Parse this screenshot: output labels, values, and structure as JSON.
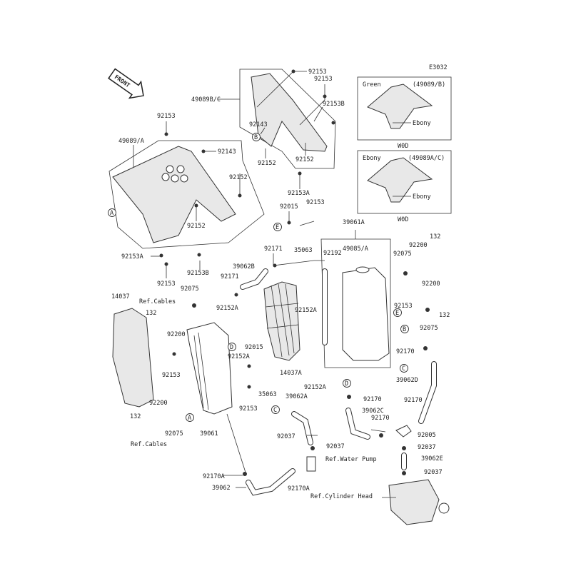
{
  "diagram_code": "E3032",
  "front_label": "FRONT",
  "variants": [
    {
      "code": "(49089/B)",
      "upper_color": "Green",
      "lower_color": "Ebony",
      "model": "W0D"
    },
    {
      "code": "(49089A/C)",
      "upper_color": "Ebony",
      "lower_color": "Ebony",
      "model": "W0D"
    }
  ],
  "callouts": [
    "92153",
    "92153",
    "49089B/C",
    "92153B",
    "92143",
    "92152",
    "92152",
    "92153",
    "49089/A",
    "92143",
    "92152",
    "92152",
    "92153A",
    "92015",
    "92153",
    "35063",
    "92153A",
    "92153",
    "92153B",
    "92171",
    "39062B",
    "92171",
    "92192",
    "39061A",
    "49085/A",
    "92075",
    "92200",
    "132",
    "92075",
    "14037",
    "Ref.Cables",
    "132",
    "92200",
    "92152A",
    "92152A",
    "92153",
    "92200",
    "132",
    "92075",
    "92015",
    "92152A",
    "92153",
    "14037A",
    "92170",
    "92152A",
    "35063",
    "39062D",
    "92153",
    "39062A",
    "92170",
    "92200",
    "132",
    "92075",
    "39061",
    "39062C",
    "92170",
    "92170",
    "92037",
    "92005",
    "92037",
    "92037",
    "Ref.Water Pump",
    "39062E",
    "92037",
    "92170A",
    "39062",
    "92170A",
    "Ref.Cylinder Head",
    "Ref.Cables"
  ],
  "ref_circles": [
    "A",
    "B",
    "C",
    "D",
    "E"
  ]
}
